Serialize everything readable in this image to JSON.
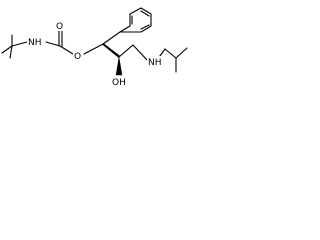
{
  "structure": {
    "atoms": {
      "nh_carbamate": "NH",
      "o_carbonyl": "O",
      "o_ester": "O",
      "oh": "OH",
      "nh_amine": "NH"
    },
    "colors": {
      "bond": "#000000",
      "text": "#000000",
      "background": "#ffffff"
    }
  }
}
